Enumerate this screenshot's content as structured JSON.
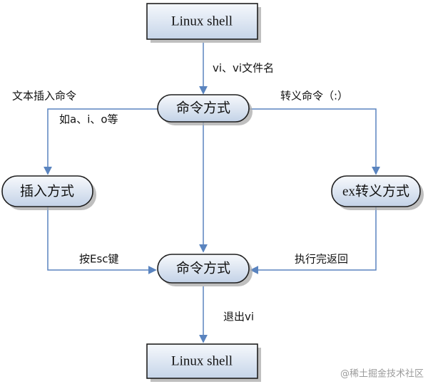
{
  "nodes": {
    "linux_shell_top": "Linux shell",
    "command_mode_top": "命令方式",
    "insert_mode": "插入方式",
    "ex_mode": "ex转义方式",
    "command_mode_bottom": "命令方式",
    "linux_shell_bottom": "Linux shell"
  },
  "edges": {
    "shell_to_command": "vi、vi文件名",
    "text_insert_command": "文本插入命令",
    "insert_examples": "如a、i、o等",
    "escape_command": "转义命令（:）",
    "press_esc": "按Esc键",
    "return_after_execute": "执行完返回",
    "quit_vi": "退出vi"
  },
  "watermark": "@稀土掘金技术社区",
  "colors": {
    "box_fill_start": "#f4f7fb",
    "box_fill_end": "#c7d6ea",
    "edge": "#5a84bf",
    "border": "#1f1f1f",
    "shadow": "#a9a9a9"
  }
}
